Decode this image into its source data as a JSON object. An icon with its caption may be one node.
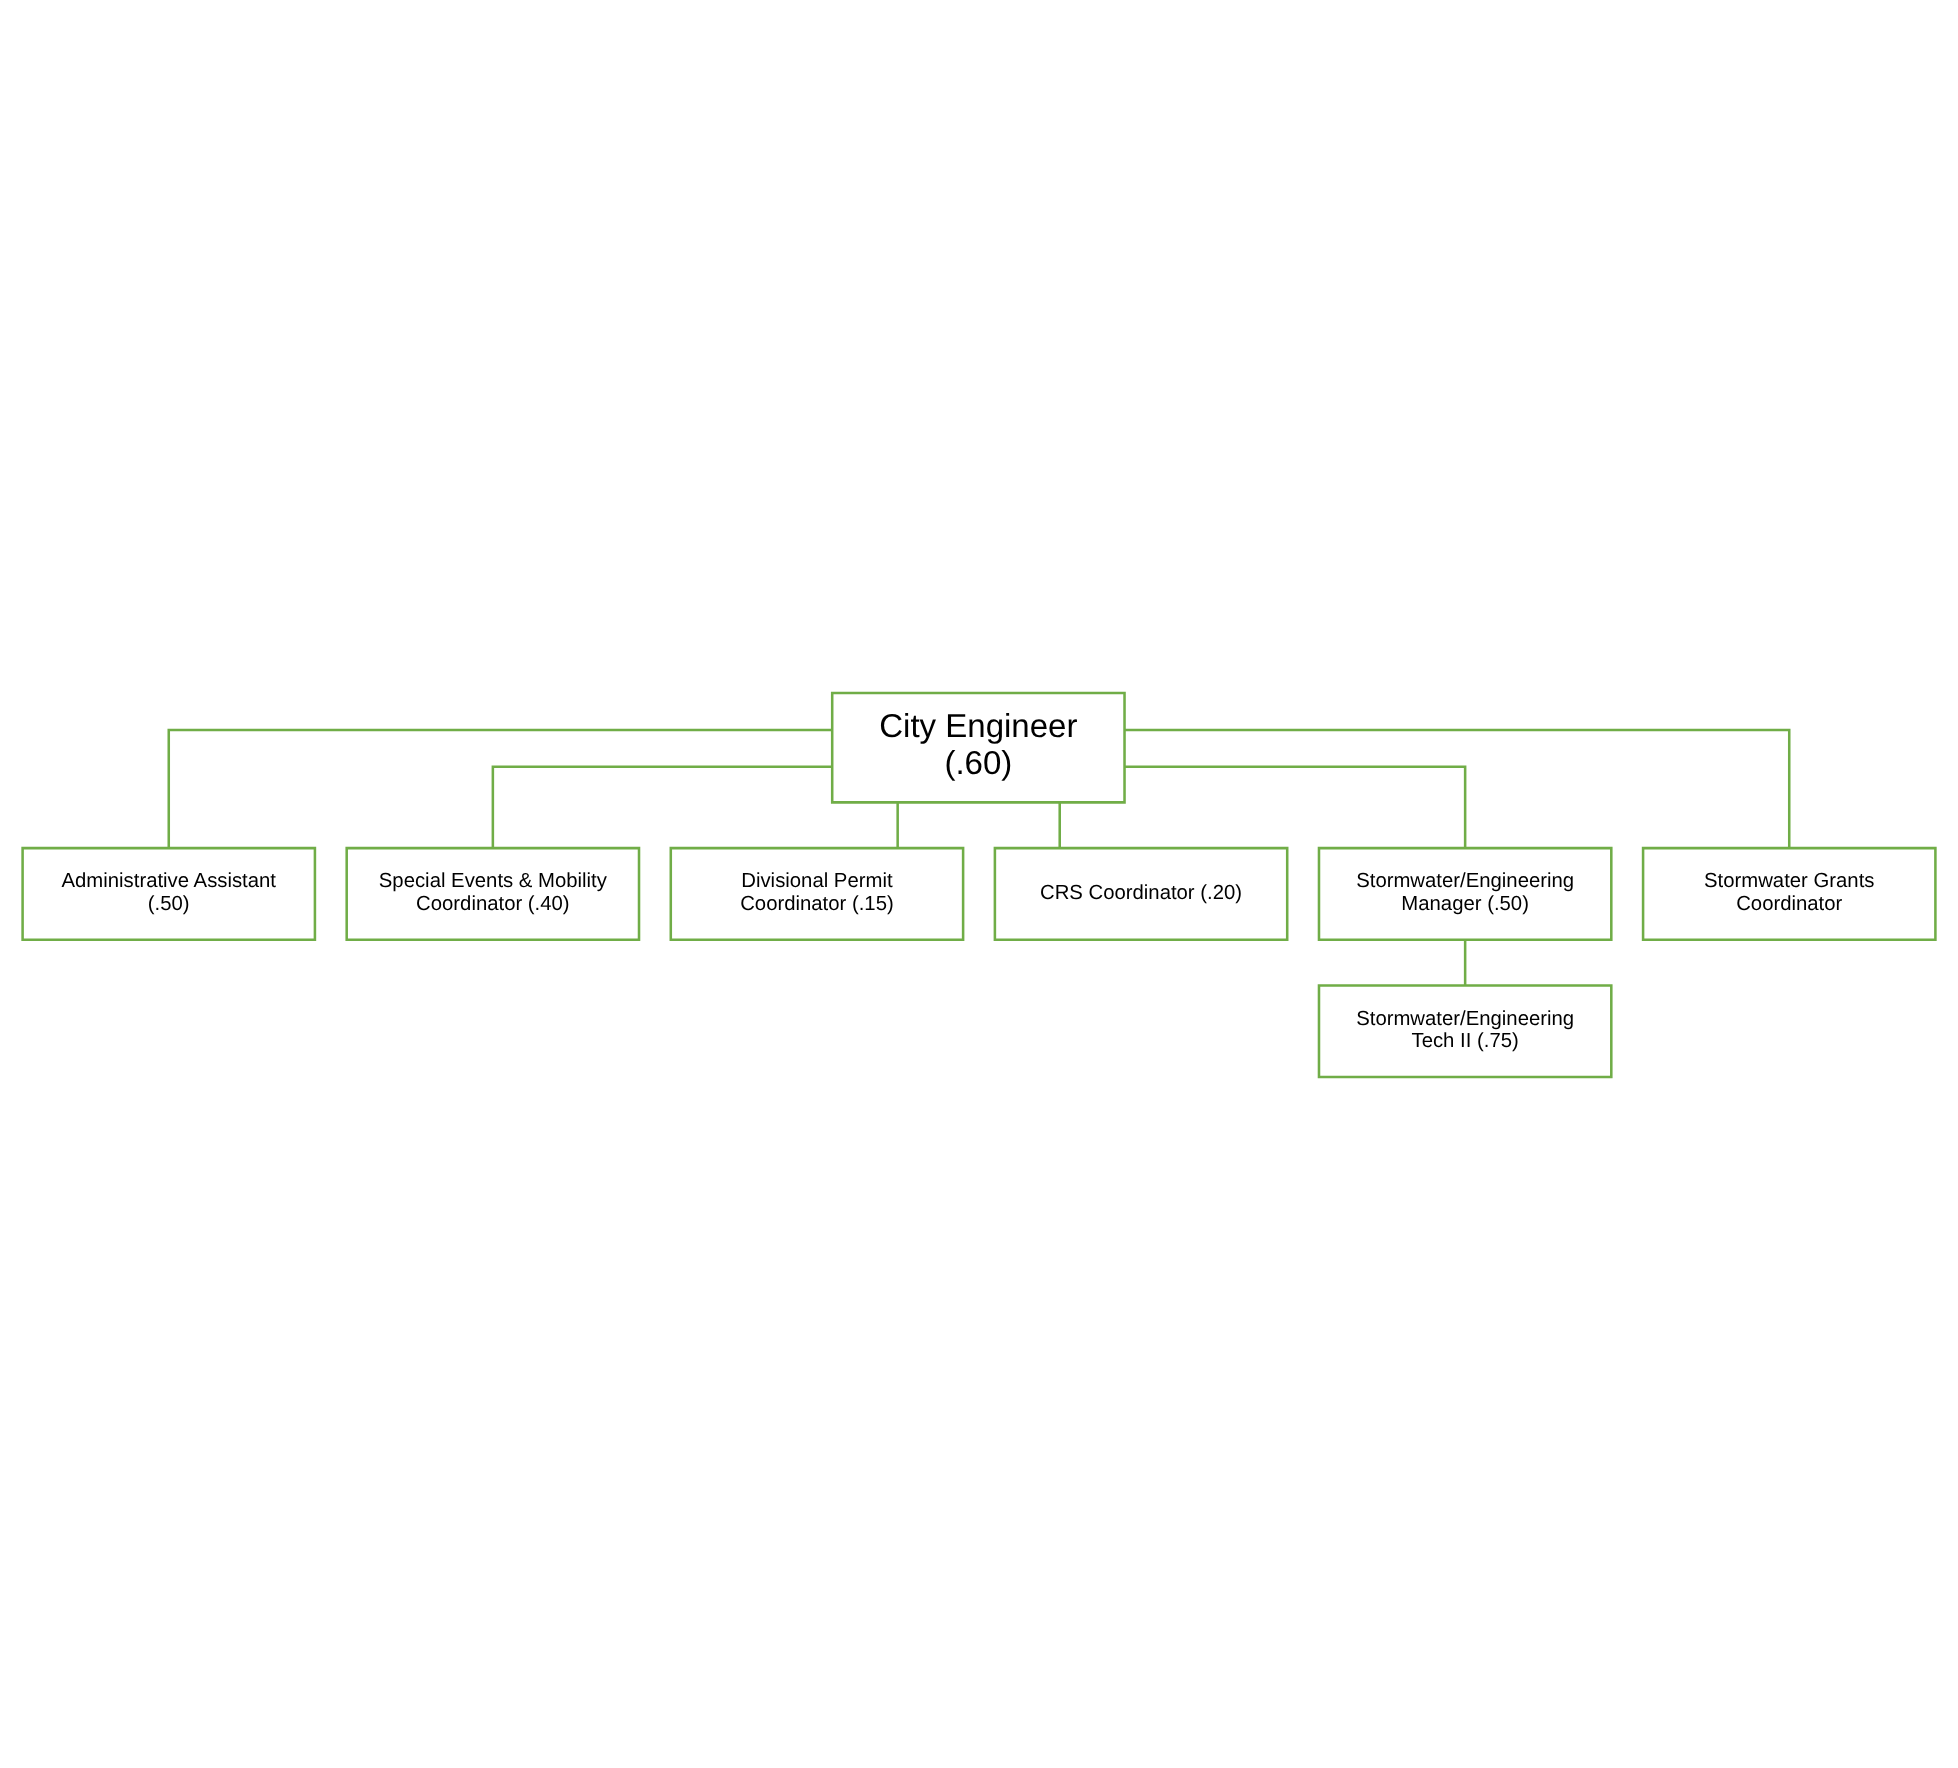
{
  "diagram": {
    "nodes": [
      {
        "text": [
          "City Engineer (.60)"
        ]
      },
      {
        "text": [
          "Administrative Assistant (.50)"
        ]
      },
      {
        "text": [
          "Special Events & Mobility Coordinator (.40)"
        ]
      },
      {
        "text": [
          "Divisional Permit Coordinator (.15)"
        ]
      },
      {
        "text": [
          "CRS Coordinator (.20)"
        ]
      },
      {
        "text": [
          "Stormwater/Engineering Manager (.50)"
        ]
      },
      {
        "text": [
          "Stormwater Grants Coordinator"
        ]
      },
      {
        "text": [
          "Stormwater/Engineering Tech II (.75)"
        ]
      }
    ],
    "edges": [
      {
        "from": 0,
        "to": 1,
        "arrow": "none"
      },
      {
        "from": 0,
        "to": 2,
        "arrow": "none"
      },
      {
        "from": 0,
        "to": 3,
        "arrow": "none"
      },
      {
        "from": 0,
        "to": 4,
        "arrow": "none"
      },
      {
        "from": 0,
        "to": 5,
        "arrow": "none"
      },
      {
        "from": 0,
        "to": 6,
        "arrow": "none"
      },
      {
        "from": 5,
        "to": 7,
        "arrow": "none"
      }
    ]
  }
}
